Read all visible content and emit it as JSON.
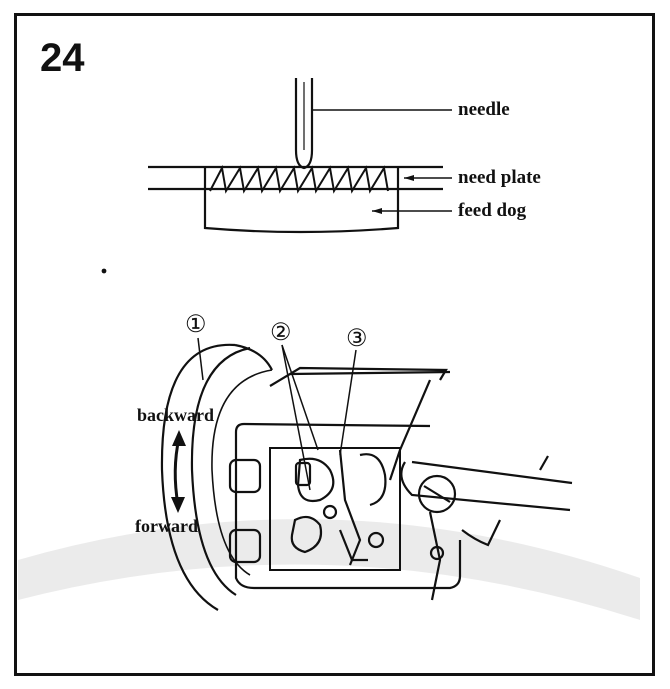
{
  "figure": {
    "number": "24"
  },
  "top_diagram": {
    "labels": {
      "needle": "needle",
      "plate": "need plate",
      "feed_dog": "feed dog"
    }
  },
  "bottom_diagram": {
    "callouts": [
      "①",
      "②",
      "③"
    ],
    "directions": {
      "backward": "backward",
      "forward": "forward"
    }
  },
  "colors": {
    "ink": "#111111",
    "watermark": "#e6e6e6",
    "background": "#ffffff"
  }
}
